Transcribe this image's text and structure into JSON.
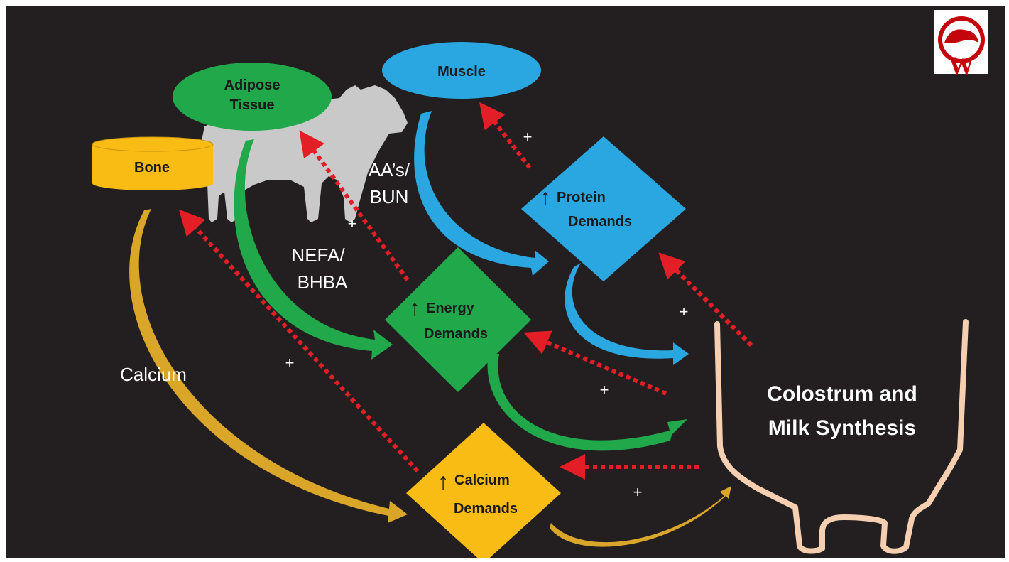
{
  "nodes": {
    "adipose": {
      "line1": "Adipose",
      "line2": "Tissue"
    },
    "muscle": {
      "label": "Muscle"
    },
    "bone": {
      "label": "Bone"
    },
    "protein": {
      "arrow": "↑",
      "line1": "Protein",
      "line2": "Demands"
    },
    "energy": {
      "arrow": "↑",
      "line1": "Energy",
      "line2": "Demands"
    },
    "calcium": {
      "arrow": "↑",
      "line1": "Calcium",
      "line2": "Demands"
    },
    "udder": {
      "line1": "Colostrum and",
      "line2": "Milk Synthesis"
    }
  },
  "flows": {
    "aa_line1": "AA’s/",
    "aa_line2": "BUN",
    "nefa_line1": "NEFA/",
    "nefa_line2": "BHBA",
    "calcium": "Calcium"
  },
  "signs": {
    "plus": "+"
  },
  "colors": {
    "background": "#231f20",
    "adipose": "#21a84b",
    "muscle": "#2aa7e0",
    "bone": "#f9bc15",
    "protein_flow": "#2aa7e0",
    "energy_flow": "#21a84b",
    "calcium_flow": "#d9a62a",
    "feedback": "#e41e26",
    "udder_outline": "#f6cfb0",
    "cow": "#c9c9c9"
  },
  "icons": {
    "logo": "wisconsin-badger-logo-icon",
    "cow": "cow-silhouette-icon"
  }
}
